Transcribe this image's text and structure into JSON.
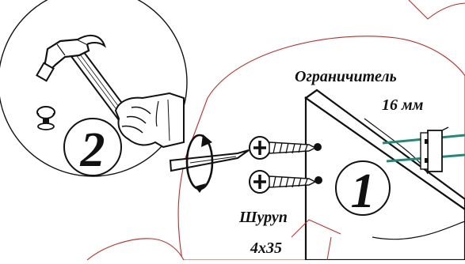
{
  "labels": {
    "limiter": "Ограничитель",
    "limiter_size": "16 мм",
    "screw": "Шуруп",
    "screw_size": "4x35",
    "step_one": "1",
    "step_two": "2"
  },
  "colors": {
    "callout_outline": "#c62828",
    "guide_lines": "#1f8a78",
    "ink": "#111111"
  }
}
